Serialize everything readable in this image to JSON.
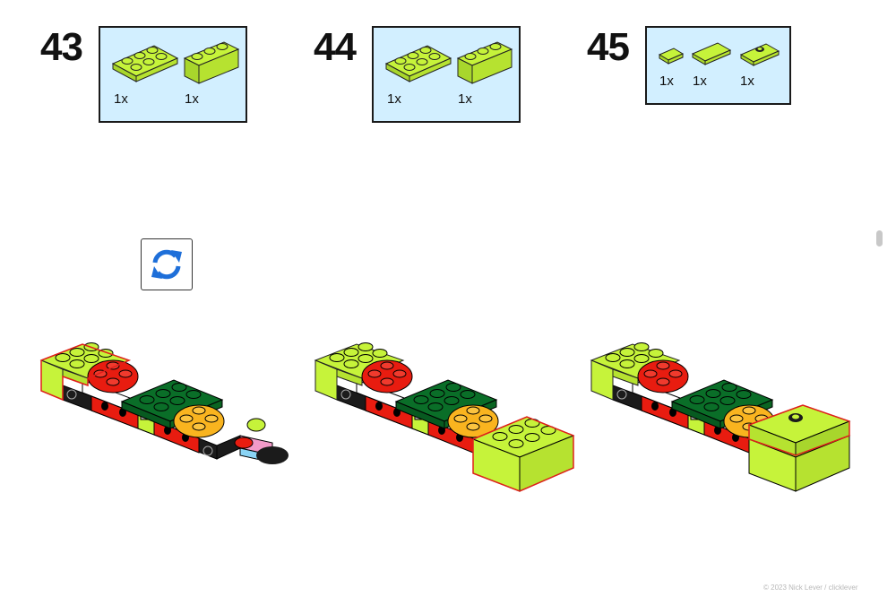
{
  "colors": {
    "lime": "#c6f33a",
    "lime_dark": "#9fcc22",
    "red": "#e81c10",
    "green": "#0a6e28",
    "orange": "#f9b41f",
    "black": "#1b1b1b",
    "parts_box_bg": "#d2efff",
    "highlight": "#e0201a"
  },
  "steps": [
    {
      "number": "43",
      "parts": [
        {
          "name": "plate-2x3-lime",
          "qty": "1x"
        },
        {
          "name": "brick-1x3-lime",
          "qty": "1x"
        }
      ]
    },
    {
      "number": "44",
      "parts": [
        {
          "name": "plate-2x3-lime",
          "qty": "1x"
        },
        {
          "name": "brick-1x3-lime",
          "qty": "1x"
        }
      ]
    },
    {
      "number": "45",
      "parts": [
        {
          "name": "tile-1x1-lime",
          "qty": "1x"
        },
        {
          "name": "tile-1x2-lime",
          "qty": "1x"
        },
        {
          "name": "plate-1x2-jumper-lime",
          "qty": "1x"
        }
      ]
    }
  ],
  "rotate_button": {
    "icon": "rotate-arrows-icon",
    "color": "#1e6fd9"
  },
  "footer": {
    "copyright": "© 2023 Nick Lever /  clicklever"
  }
}
